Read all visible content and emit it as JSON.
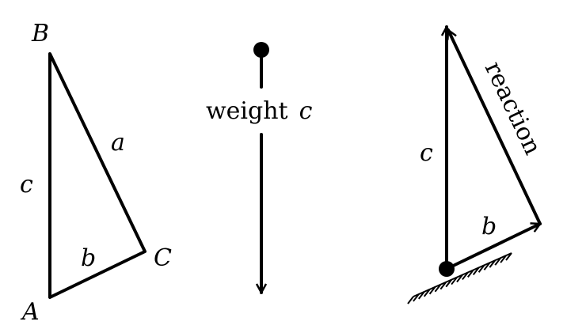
{
  "triangle": {
    "vertex_b": "B",
    "vertex_a": "A",
    "vertex_c": "C",
    "side_a": "a",
    "side_b": "b",
    "side_c": "c"
  },
  "weight": {
    "label_word": "weight",
    "label_var": "c"
  },
  "force_polygon": {
    "label_c": "c",
    "label_b": "b",
    "label_reaction": "reaction"
  }
}
